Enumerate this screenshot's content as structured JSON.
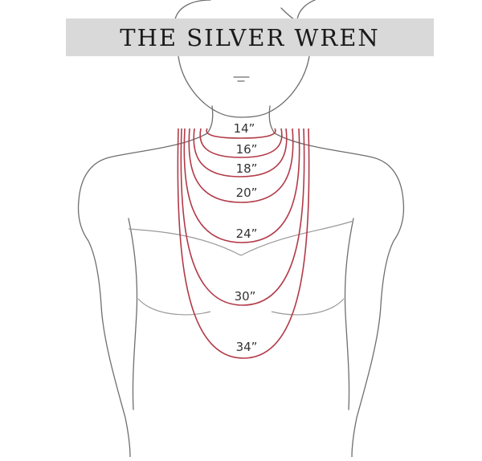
{
  "brand": {
    "title": "THE SILVER WREN"
  },
  "colors": {
    "outline": "#6e6e6e",
    "necklace": "#b23a48",
    "banner": "#d9d9d9"
  },
  "necklaces": [
    {
      "label": "14”"
    },
    {
      "label": "16”"
    },
    {
      "label": "18”"
    },
    {
      "label": "20”"
    },
    {
      "label": "24”"
    },
    {
      "label": "30”"
    },
    {
      "label": "34”"
    }
  ]
}
